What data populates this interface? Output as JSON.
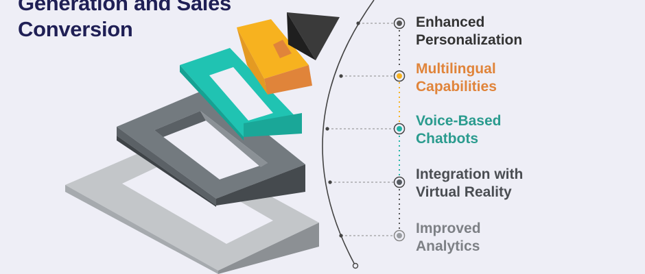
{
  "title": {
    "line1": "Generation and Sales",
    "line2": "Conversion"
  },
  "colors": {
    "navy": "#1f1f55",
    "yellow": "#f7b21f",
    "orange": "#e0843a",
    "teal": "#1fb5a5",
    "dark_gray": "#4c5156",
    "gray": "#8a8f94",
    "light_gray": "#b7babd",
    "black": "#2d2d2d"
  },
  "items": [
    {
      "line1": "Enhanced",
      "line2": "Personalization",
      "color": "#333333",
      "dot": "#555555"
    },
    {
      "line1": "Multilingual",
      "line2": "Capabilities",
      "color": "#e0843a",
      "dot": "#f7b21f"
    },
    {
      "line1": "Voice-Based",
      "line2": "Chatbots",
      "color": "#2a9b8e",
      "dot": "#1fb5a5"
    },
    {
      "line1": "Integration with",
      "line2": "Virtual Reality",
      "color": "#4a4d52",
      "dot": "#555a60"
    },
    {
      "line1": "Improved",
      "line2": "Analytics",
      "color": "#7d8085",
      "dot": "#9a9da1"
    }
  ]
}
